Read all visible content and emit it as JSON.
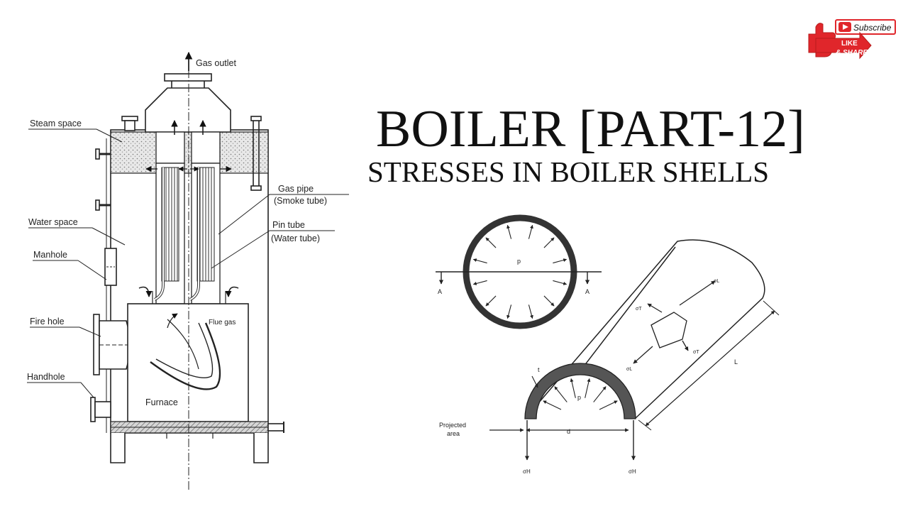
{
  "title": "BOILER [PART-12]",
  "subtitle": "STRESSES IN BOILER SHELLS",
  "badge": {
    "subscribe": "Subscribe",
    "like": "LIKE",
    "share": "& SHARE",
    "colors": {
      "red": "#e0262b",
      "dark_red": "#b71c1c"
    }
  },
  "boiler_diagram": {
    "labels": {
      "gas_outlet": "Gas outlet",
      "steam_space": "Steam space",
      "water_space": "Water space",
      "manhole": "Manhole",
      "fire_hole": "Fire hole",
      "handhole": "Handhole",
      "gas_pipe": "Gas pipe",
      "smoke_tube": "(Smoke tube)",
      "pin_tube": "Pin tube",
      "water_tube": "(Water tube)",
      "flue_gas": "Flue gas",
      "furnace": "Furnace"
    }
  },
  "ring_diagram": {
    "pressure": "p",
    "section_left": "A",
    "section_right": "A"
  },
  "cylinder_diagram": {
    "thickness": "t",
    "pressure": "p",
    "diameter": "d",
    "length": "L",
    "projected_area_1": "Projected",
    "projected_area_2": "area",
    "sigma_l_top": "σL",
    "sigma_t_top": "σT",
    "sigma_t_bottom": "σT",
    "sigma_l_bottom": "σL",
    "sigma_h_left": "σH",
    "sigma_h_right": "σH"
  }
}
